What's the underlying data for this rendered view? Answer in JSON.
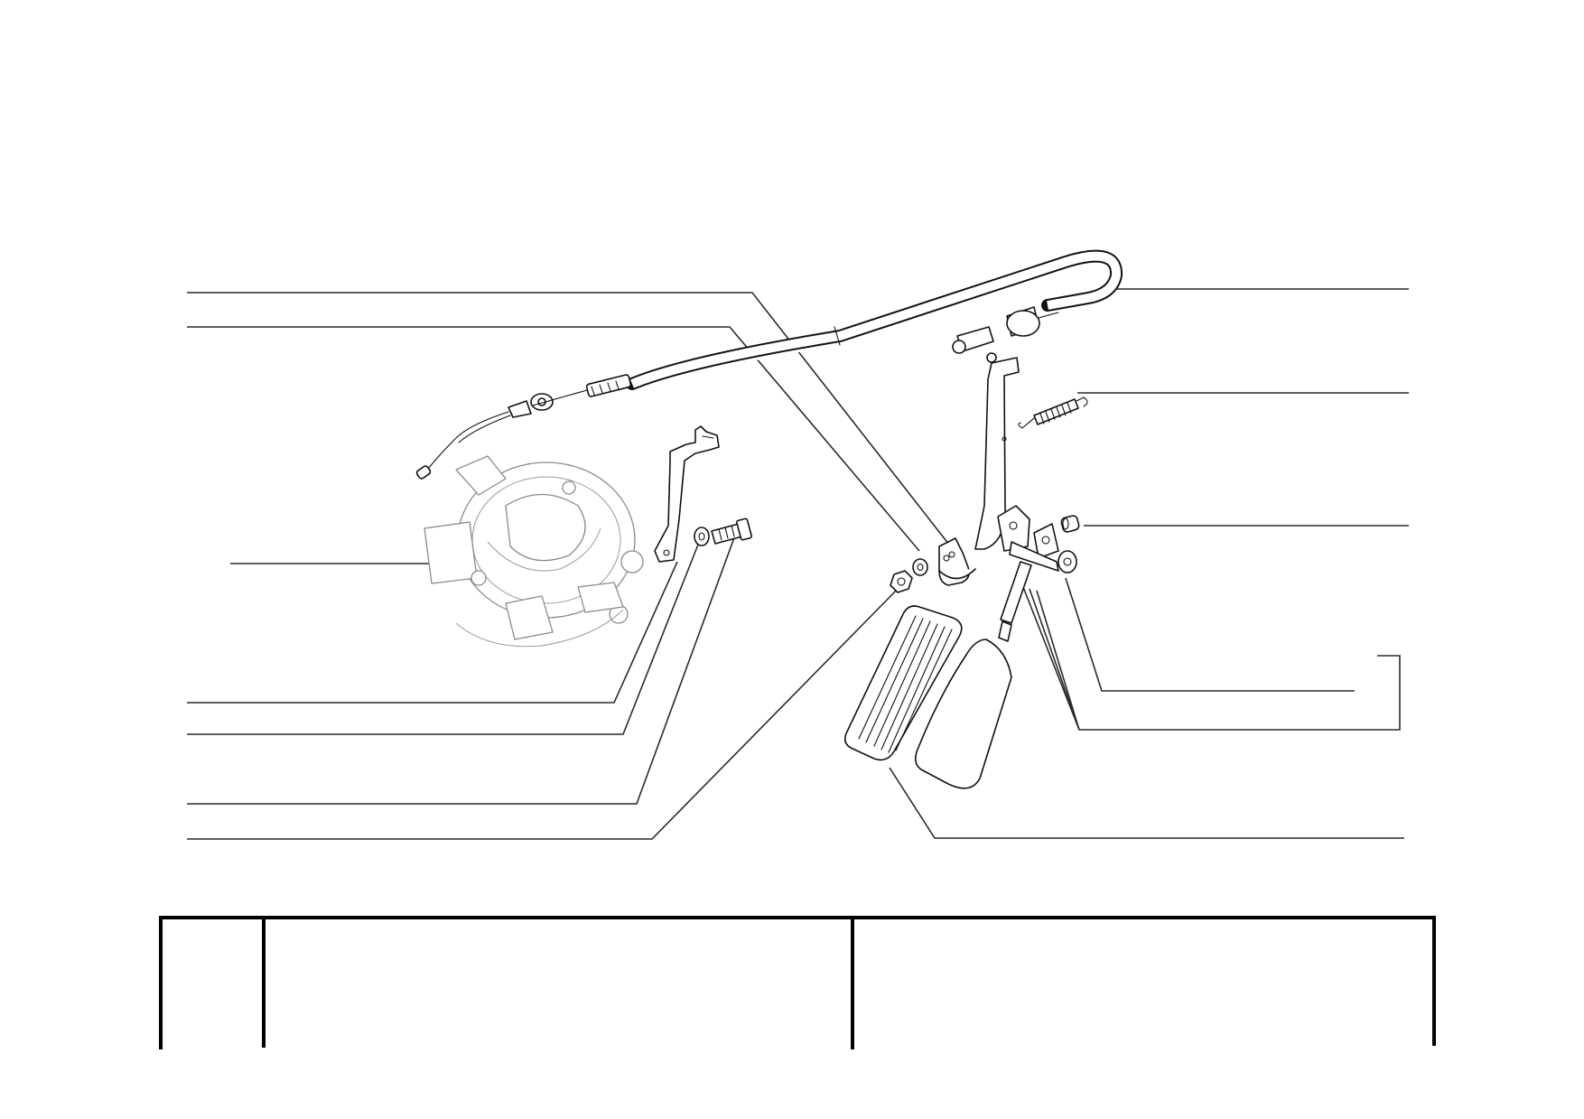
{
  "diagram": {
    "type": "exploded-parts-view",
    "parts": [
      {
        "id": "throttle-cable",
        "icon": "cable-icon"
      },
      {
        "id": "return-spring",
        "icon": "spring-icon"
      },
      {
        "id": "bushing",
        "icon": "bushing-icon"
      },
      {
        "id": "carburettor",
        "icon": "carburettor-icon"
      },
      {
        "id": "pedal-assembly",
        "icon": "pedal-icon"
      },
      {
        "id": "cable-bracket",
        "icon": "bracket-icon"
      },
      {
        "id": "washer",
        "icon": "washer-icon"
      },
      {
        "id": "bolt",
        "icon": "bolt-icon"
      },
      {
        "id": "nut",
        "icon": "nut-icon"
      },
      {
        "id": "pedal-pad",
        "icon": "pad-icon"
      },
      {
        "id": "pivot-bracket",
        "icon": "bracket-icon"
      },
      {
        "id": "pivot-pin",
        "icon": "pin-icon"
      }
    ],
    "colors": {
      "line": "#111111",
      "ghost": "#8a8a8a",
      "background": "#ffffff"
    }
  },
  "title_block": {
    "columns": [
      "",
      "",
      ""
    ]
  }
}
